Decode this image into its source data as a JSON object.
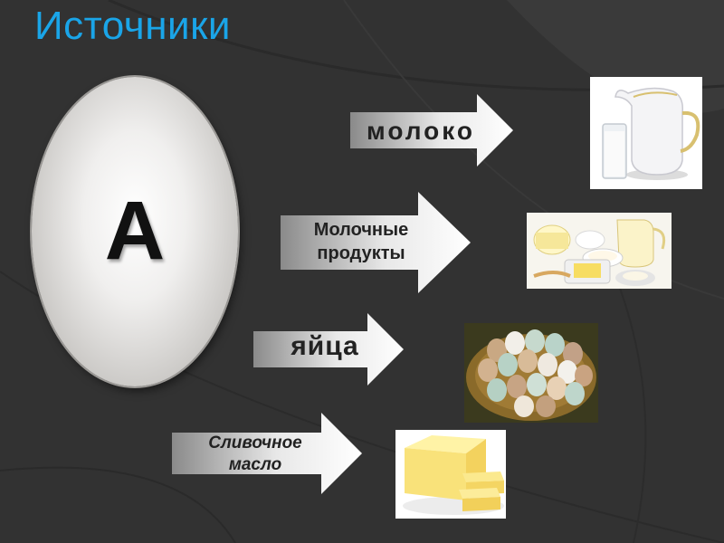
{
  "title": "Источники",
  "vitamin_letter": "А",
  "sources": [
    {
      "label_lines": [
        "молоко"
      ],
      "image": "milk-jug-and-glass"
    },
    {
      "label_lines": [
        "Молочные",
        "продукты"
      ],
      "image": "dairy-products"
    },
    {
      "label_lines": [
        "яйца"
      ],
      "image": "eggs-basket"
    },
    {
      "label_lines": [
        "Сливочное",
        "масло"
      ],
      "image": "butter-block"
    }
  ],
  "colors": {
    "title": "#1aa5e8",
    "background": "#333333",
    "arrow_gradient_dark": "#8a8a8a",
    "arrow_gradient_light": "#ffffff"
  }
}
